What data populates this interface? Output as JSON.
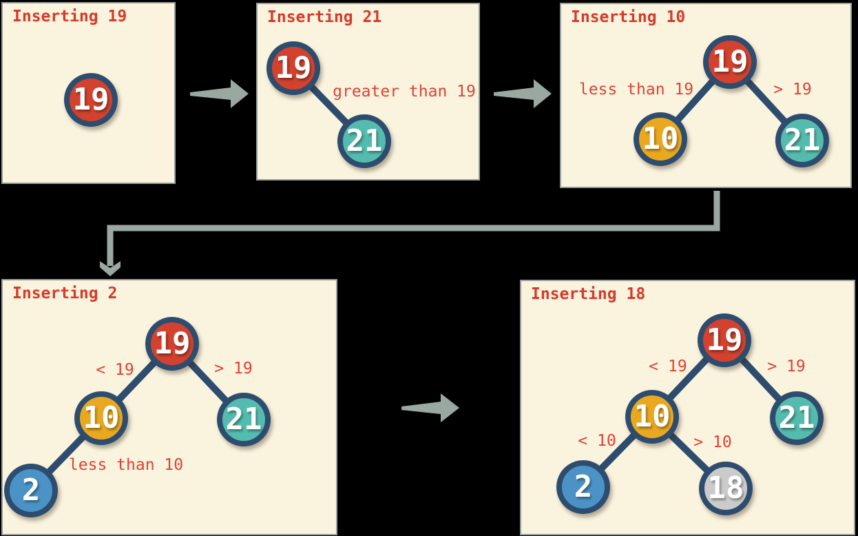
{
  "colors": {
    "background": "#000000",
    "panel-bg": "#faf3de",
    "panel-border": "#98a09e",
    "title-red": "#d53a2a",
    "label-red": "#de4335",
    "navy": "#2e4d6e",
    "node-red": "#d2422e",
    "node-teal": "#54bcae",
    "node-yellow": "#e9a820",
    "node-blue": "#4b93c6",
    "node-silver": "#cccbcb",
    "arrow-gray": "#9aa8a2"
  },
  "panels": [
    {
      "title": "Inserting 19",
      "nodes": [
        {
          "value": "19",
          "color": "red"
        }
      ],
      "labels": []
    },
    {
      "title": "Inserting 21",
      "nodes": [
        {
          "value": "19",
          "color": "red"
        },
        {
          "value": "21",
          "color": "teal"
        }
      ],
      "labels": [
        {
          "text": "greater than 19"
        }
      ]
    },
    {
      "title": "Inserting 10",
      "nodes": [
        {
          "value": "19",
          "color": "red"
        },
        {
          "value": "10",
          "color": "yellow"
        },
        {
          "value": "21",
          "color": "teal"
        }
      ],
      "labels": [
        {
          "text": "less than 19"
        },
        {
          "text": "> 19"
        }
      ]
    },
    {
      "title": "Inserting 2",
      "nodes": [
        {
          "value": "19",
          "color": "red"
        },
        {
          "value": "10",
          "color": "yellow"
        },
        {
          "value": "21",
          "color": "teal"
        },
        {
          "value": "2",
          "color": "blue"
        }
      ],
      "labels": [
        {
          "text": "< 19"
        },
        {
          "text": "> 19"
        },
        {
          "text": "less than 10"
        }
      ]
    },
    {
      "title": "Inserting 18",
      "nodes": [
        {
          "value": "19",
          "color": "red"
        },
        {
          "value": "10",
          "color": "yellow"
        },
        {
          "value": "21",
          "color": "teal"
        },
        {
          "value": "2",
          "color": "blue"
        },
        {
          "value": "18",
          "color": "silver"
        }
      ],
      "labels": [
        {
          "text": "< 19"
        },
        {
          "text": "> 19"
        },
        {
          "text": "< 10"
        },
        {
          "text": "> 10"
        }
      ]
    }
  ]
}
